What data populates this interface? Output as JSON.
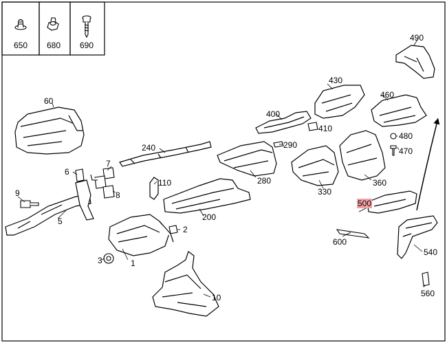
{
  "legend": [
    {
      "number": "650",
      "icon": "push-clip-icon"
    },
    {
      "number": "680",
      "icon": "hex-nut-icon"
    },
    {
      "number": "690",
      "icon": "screw-icon"
    }
  ],
  "callouts": [
    {
      "id": "1",
      "text": "1"
    },
    {
      "id": "2",
      "text": "2"
    },
    {
      "id": "3",
      "text": "3"
    },
    {
      "id": "5",
      "text": "5"
    },
    {
      "id": "6",
      "text": "6"
    },
    {
      "id": "7",
      "text": "7"
    },
    {
      "id": "8",
      "text": "8"
    },
    {
      "id": "9",
      "text": "9"
    },
    {
      "id": "10",
      "text": "10"
    },
    {
      "id": "60",
      "text": "60"
    },
    {
      "id": "110",
      "text": "110"
    },
    {
      "id": "200",
      "text": "200"
    },
    {
      "id": "240",
      "text": "240"
    },
    {
      "id": "280",
      "text": "280"
    },
    {
      "id": "290",
      "text": "290"
    },
    {
      "id": "330",
      "text": "330"
    },
    {
      "id": "360",
      "text": "360"
    },
    {
      "id": "400",
      "text": "400"
    },
    {
      "id": "410",
      "text": "410"
    },
    {
      "id": "430",
      "text": "430"
    },
    {
      "id": "460",
      "text": "460"
    },
    {
      "id": "470",
      "text": "470"
    },
    {
      "id": "480",
      "text": "480"
    },
    {
      "id": "490",
      "text": "490"
    },
    {
      "id": "500",
      "text": "500",
      "highlighted": true
    },
    {
      "id": "540",
      "text": "540"
    },
    {
      "id": "560",
      "text": "560"
    },
    {
      "id": "600",
      "text": "600"
    }
  ],
  "colors": {
    "line": "#000000",
    "highlight": "#f3a3a8",
    "background": "#ffffff"
  }
}
